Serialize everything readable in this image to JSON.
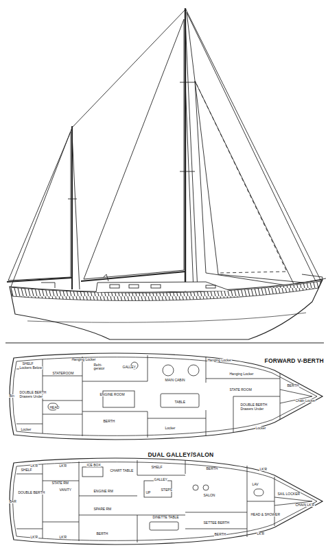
{
  "diagram": {
    "labels": [
      "FORWARD V-BERTH",
      "SHELF",
      "Lockers Below",
      "Hanging Locker",
      "STATEROOM",
      "DOUBLE BERTH",
      "Drawers Under",
      "Bin",
      "HEAD",
      "Refri- gerator",
      "GALLEY",
      "ENGINE ROOM",
      "MAIN CABIN",
      "TABLE",
      "BERTH",
      "Locker",
      "Hanging Locker",
      "Hanging Locker",
      "STATE ROOM",
      "DOUBLE BERTH",
      "Drawers Under",
      "BERTH",
      "Chain Locker",
      "Locker",
      "Locker",
      "DUAL GALLEY/SALON",
      "SHELF",
      "LK'R",
      "LK'R",
      "ICE BOX",
      "CHART TABLE",
      "SHELF",
      "GALLEY",
      "BERTH",
      "LK'R",
      "BAR",
      "DOUBLE BERTH",
      "STATE RM",
      "VANITY",
      "ENGINE RM",
      "SPARE RM",
      "BERTH",
      "LK'R",
      "LK'R",
      "STEPS",
      "UP",
      "SALON",
      "DINETTE TABLE",
      "SETTEE BERTH",
      "BERTH",
      "LAV",
      "HEAD & SHOWER",
      "SAIL LOCKER",
      "CHAIN LK'R",
      "LK'R"
    ]
  }
}
